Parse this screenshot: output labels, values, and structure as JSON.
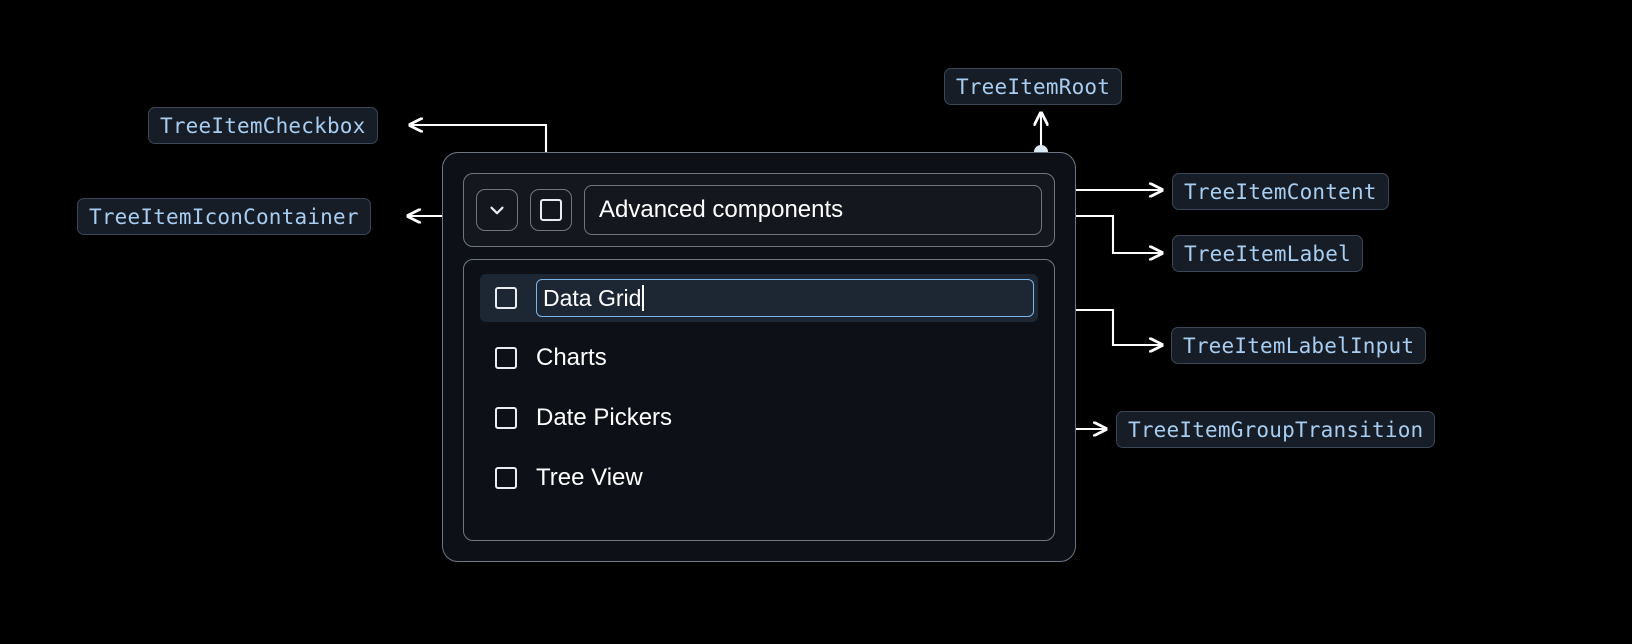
{
  "annotations": [
    {
      "name": "TreeItemCheckbox",
      "label": "TreeItemCheckbox"
    },
    {
      "name": "TreeItemIconContainer",
      "label": "TreeItemIconContainer"
    },
    {
      "name": "TreeItemRoot",
      "label": "TreeItemRoot"
    },
    {
      "name": "TreeItemContent",
      "label": "TreeItemContent"
    },
    {
      "name": "TreeItemLabel",
      "label": "TreeItemLabel"
    },
    {
      "name": "TreeItemLabelInput",
      "label": "TreeItemLabelInput"
    },
    {
      "name": "TreeItemGroupTransition",
      "label": "TreeItemGroupTransition"
    }
  ],
  "tree": {
    "root_label": "Advanced components",
    "expand_icon": "chevron-down-icon",
    "checkbox_icon": "checkbox-unchecked-icon",
    "children": [
      {
        "label": "Data Grid",
        "editing": true,
        "selected": true
      },
      {
        "label": "Charts",
        "editing": false,
        "selected": false
      },
      {
        "label": "Date Pickers",
        "editing": false,
        "selected": false
      },
      {
        "label": "Tree View",
        "editing": false,
        "selected": false
      }
    ],
    "editing_value": "Data Grid"
  },
  "colors": {
    "background": "#000000",
    "badge_bg": "#161d27",
    "badge_border": "#3b4756",
    "badge_text": "#a8cdf0",
    "panel_border": "#6e7781",
    "panel_bg": "#0d1117",
    "selected_row_bg": "#1d2733",
    "input_focus_border": "#7ab4e8",
    "connector": "#ffffff",
    "connector_dot": "#dce9f7",
    "text": "#ffffff"
  }
}
